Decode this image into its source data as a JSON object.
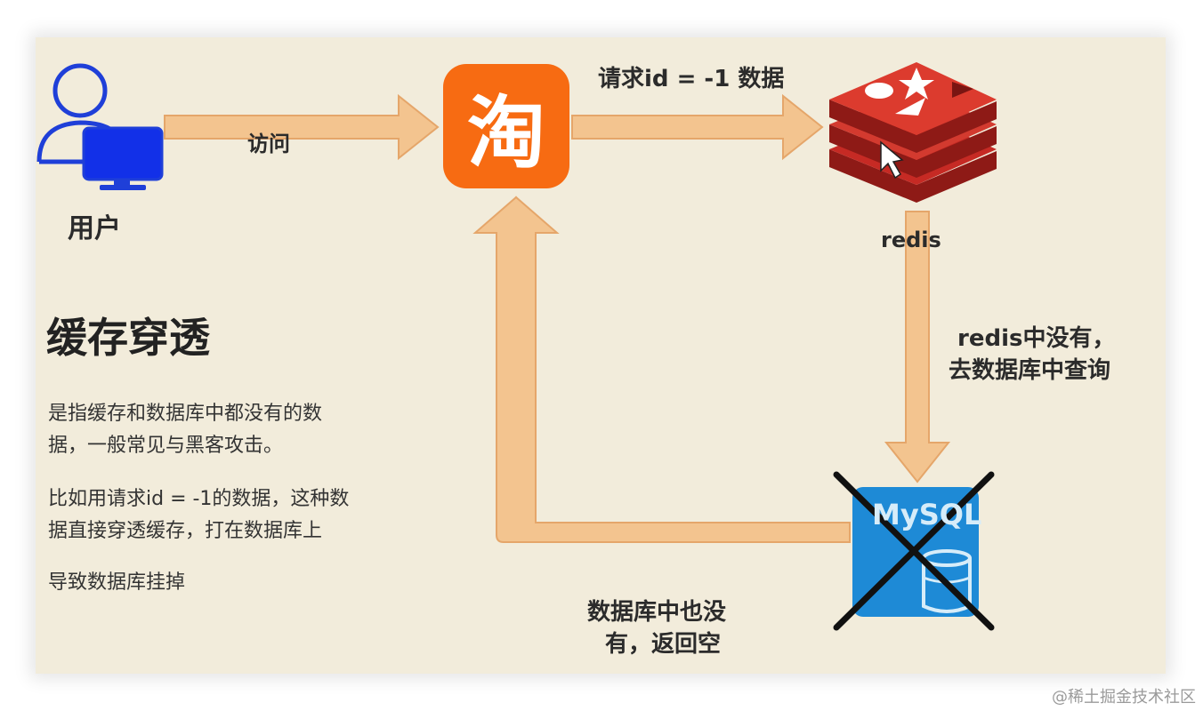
{
  "user": {
    "label": "用户"
  },
  "arrows": {
    "visit": "访问",
    "request": "请求id = -1 数据",
    "redis_miss_line1": "redis中没有，",
    "redis_miss_line2": "去数据库中查询",
    "db_miss_line1": "数据库中也没",
    "db_miss_line2": "有，返回空"
  },
  "taobao": {
    "char": "淘"
  },
  "redis": {
    "label": "redis"
  },
  "mysql": {
    "label": "MySQL"
  },
  "explain": {
    "title": "缓存穿透",
    "para1_line1": "是指缓存和数据库中都没有的数",
    "para1_line2": "据，一般常见与黑客攻击。",
    "para2_line1": "比如用请求id = -1的数据，这种数",
    "para2_line2": "据直接穿透缓存，打在数据库上",
    "para3": "导致数据库挂掉"
  },
  "watermark": "@稀土掘金技术社区",
  "colors": {
    "background": "#f2ecdb",
    "arrow_fill": "#f3c48f",
    "arrow_stroke": "#e5a66a",
    "taobao": "#f76b12",
    "redis": "#c62a24",
    "mysql": "#1e8ad6",
    "user_icon": "#1f3fd8"
  }
}
